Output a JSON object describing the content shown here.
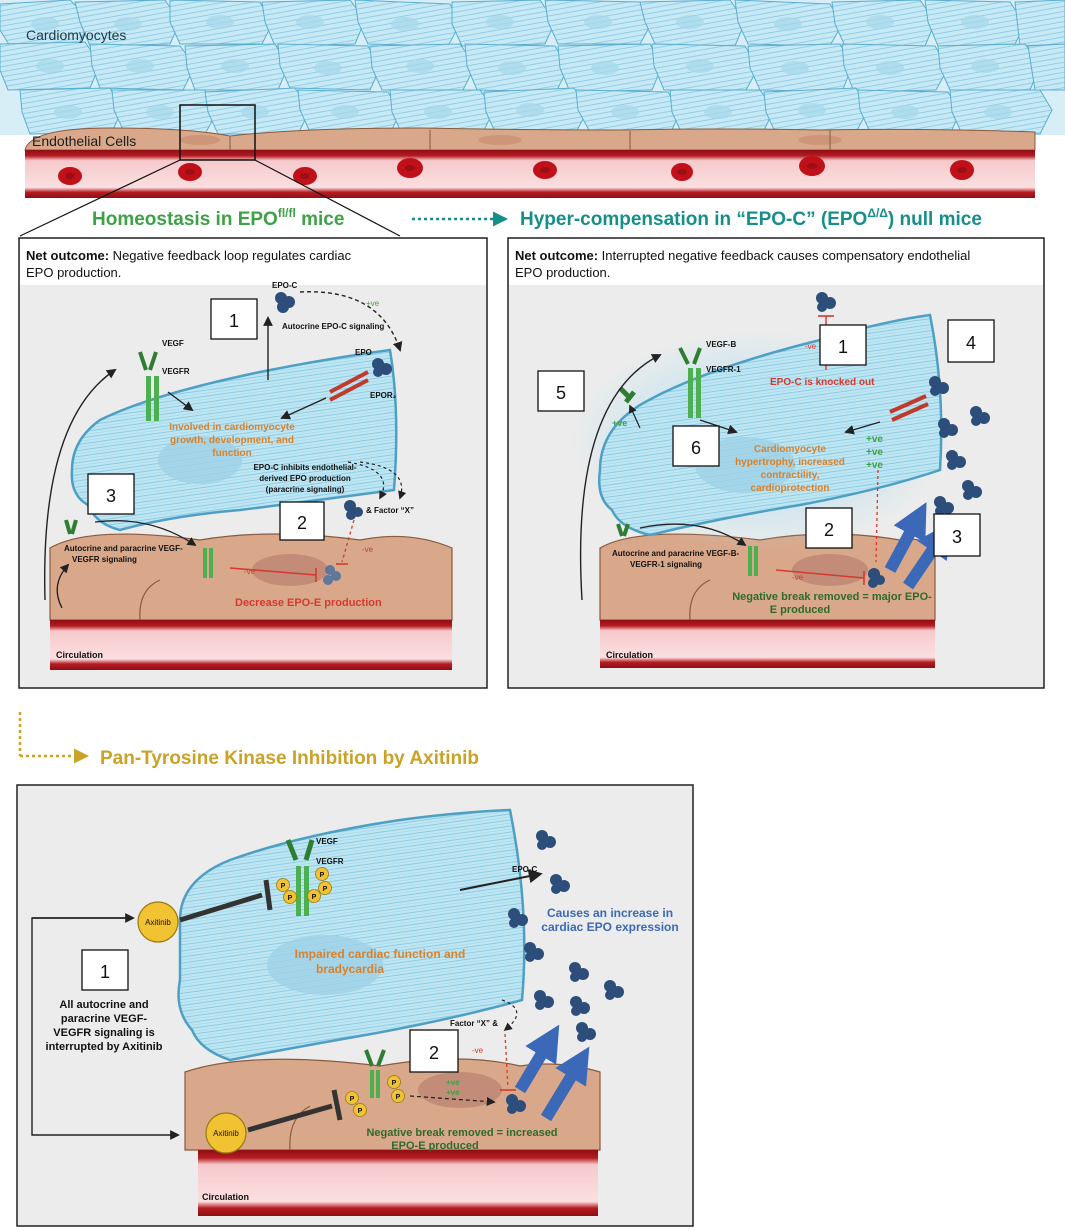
{
  "top": {
    "cardiomyocytes_label": "Cardiomyocytes",
    "endothelial_label": "Endothelial Cells"
  },
  "headings": {
    "homeostasis": "Homeostasis in EPO",
    "homeostasis_sup": "fl/fl",
    "homeostasis_tail": " mice",
    "hyper": "Hyper-compensation in “EPO-C” (EPO",
    "hyper_sup": "Δ/Δ",
    "hyper_tail": ") null mice",
    "axitinib": "Pan-Tyrosine Kinase Inhibition by Axitinib"
  },
  "panel1": {
    "net_bold": "Net outcome:",
    "net_text": " Negative feedback loop regulates cardiac",
    "net_text2": "EPO production.",
    "box1": "1",
    "box2": "2",
    "box3": "3",
    "epo_c": "EPO-C",
    "plus_ve": "+ve",
    "autocrine_epo_c": "Autocrine EPO-C signaling",
    "vegf": "VEGF",
    "vegfr": "VEGFR",
    "epo": "EPO",
    "epor2": "EPOR₂",
    "involved_1": "Involved in cardiomyocyte",
    "involved_2": "growth, development, and",
    "involved_3": "function",
    "inhibits_1": "EPO-C inhibits endothelial-",
    "inhibits_2": "derived EPO production",
    "inhibits_3": "(paracrine signaling)",
    "factor_x": "& Factor “X”",
    "minus_ve": "-ve",
    "minus_ve2": "-ve",
    "autocrine_vegf_1": "Autocrine and paracrine VEGF-",
    "autocrine_vegf_2": "VEGFR signaling",
    "decrease": "Decrease EPO-E production",
    "circulation": "Circulation"
  },
  "panel2": {
    "net_bold": "Net outcome:",
    "net_text": " Interrupted negative feedback causes compensatory endothelial",
    "net_text2": "EPO production.",
    "box1": "1",
    "box2": "2",
    "box3": "3",
    "box4": "4",
    "box5": "5",
    "box6": "6",
    "vegf_b": "VEGF-B",
    "vegfr_1": "VEGFR-1",
    "minus_ve": "-ve",
    "knocked_out": "EPO-C is knocked out",
    "plus_ve_left": "+ve",
    "hyper_1": "Cardiomyocyte",
    "hyper_2": "hypertrophy, increased",
    "hyper_3": "contractility,",
    "hyper_4": "cardioprotection",
    "pve1": "+ve",
    "pve2": "+ve",
    "pve3": "+ve",
    "autocrine_1": "Autocrine and paracrine VEGF-B-",
    "autocrine_2": "VEGFR-1 signaling",
    "minus_ve2": "-ve",
    "removed_1": "Negative break removed = major EPO-",
    "removed_2": "E produced",
    "circulation": "Circulation"
  },
  "panel3": {
    "box1": "1",
    "box2": "2",
    "vegf": "VEGF",
    "vegfr": "VEGFR",
    "axitinib_top": "Axitinib",
    "axitinib_bottom": "Axitinib",
    "epo_c": "EPO-C",
    "increase_1": "Causes an increase in",
    "increase_2": "cardiac EPO expression",
    "impaired_1": "Impaired cardiac function and",
    "impaired_2": "bradycardia",
    "all_1": "All autocrine and",
    "all_2": "paracrine VEGF-",
    "all_3": "VEGFR signaling is",
    "all_4": "interrupted by Axitinib",
    "factor_x": "Factor “X” &",
    "minus_ve": "-ve",
    "pve1": "+ve",
    "pve2": "+ve",
    "removed_1": "Negative break removed = increased",
    "removed_2": "EPO-E produced",
    "phospho": "P",
    "circulation": "Circulation"
  },
  "colors": {
    "green_heading": "#3fa147",
    "teal_heading": "#168f8a",
    "gold_heading": "#c9a227",
    "orange_text": "#d9822b",
    "red_text": "#d43a2f",
    "dark_green_text": "#2e6b2a",
    "blue_text": "#3b69b8",
    "cardio_fill": "#bfe6f3",
    "endo_fill": "#d9a88a",
    "vessel_red": "#a3141a"
  }
}
